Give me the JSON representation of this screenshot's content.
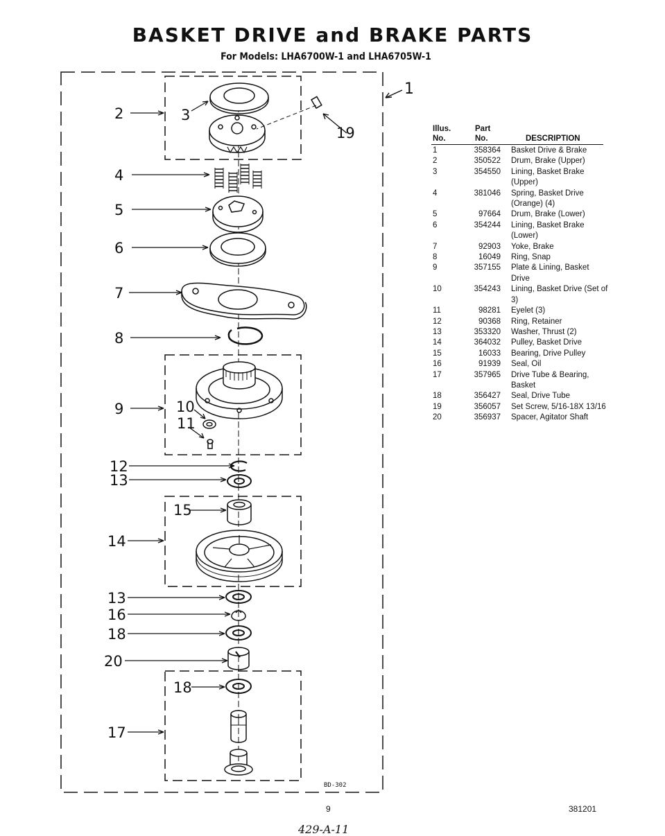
{
  "header": {
    "title": "BASKET DRIVE and BRAKE PARTS",
    "subtitle": "For Models: LHA6700W-1  and LHA6705W-1"
  },
  "diagram": {
    "assembly_ref": "1",
    "code": "BD-302",
    "callouts": [
      "2",
      "3",
      "19",
      "4",
      "5",
      "6",
      "7",
      "8",
      "9",
      "10",
      "11",
      "12",
      "13",
      "15",
      "14",
      "13",
      "16",
      "18",
      "20",
      "18",
      "17"
    ]
  },
  "parts_table": {
    "headers": {
      "illus_1": "Illus.",
      "illus_2": "No.",
      "part_1": "Part",
      "part_2": "No.",
      "description": "DESCRIPTION"
    },
    "rows": [
      {
        "no": "1",
        "part": "358364",
        "desc": "Basket Drive & Brake"
      },
      {
        "no": "2",
        "part": "350522",
        "desc": "Drum, Brake (Upper)"
      },
      {
        "no": "3",
        "part": "354550",
        "desc": "Lining, Basket Brake (Upper)"
      },
      {
        "no": "4",
        "part": "381046",
        "desc": "Spring, Basket Drive (Orange) (4)"
      },
      {
        "no": "5",
        "part": "97664",
        "desc": "Drum, Brake (Lower)"
      },
      {
        "no": "6",
        "part": "354244",
        "desc": "Lining, Basket Brake (Lower)"
      },
      {
        "no": "7",
        "part": "92903",
        "desc": "Yoke, Brake"
      },
      {
        "no": "8",
        "part": "16049",
        "desc": "Ring, Snap"
      },
      {
        "no": "9",
        "part": "357155",
        "desc": "Plate & Lining, Basket Drive"
      },
      {
        "no": "10",
        "part": "354243",
        "desc": "Lining, Basket Drive (Set of 3)"
      },
      {
        "no": "11",
        "part": "98281",
        "desc": "Eyelet (3)"
      },
      {
        "no": "12",
        "part": "90368",
        "desc": "Ring, Retainer"
      },
      {
        "no": "13",
        "part": "353320",
        "desc": "Washer, Thrust (2)"
      },
      {
        "no": "14",
        "part": "364032",
        "desc": "Pulley, Basket Drive"
      },
      {
        "no": "15",
        "part": "16033",
        "desc": "Bearing, Drive Pulley"
      },
      {
        "no": "16",
        "part": "91939",
        "desc": "Seal, Oil"
      },
      {
        "no": "17",
        "part": "357965",
        "desc": "Drive Tube & Bearing, Basket"
      },
      {
        "no": "18",
        "part": "356427",
        "desc": "Seal, Drive Tube"
      },
      {
        "no": "19",
        "part": "356057",
        "desc": "Set Screw, 5/16-18X 13/16"
      },
      {
        "no": "20",
        "part": "356937",
        "desc": "Spacer, Agitator Shaft"
      }
    ]
  },
  "footer": {
    "page_number": "9",
    "doc_number": "381201",
    "handwritten": "429-A-11"
  }
}
